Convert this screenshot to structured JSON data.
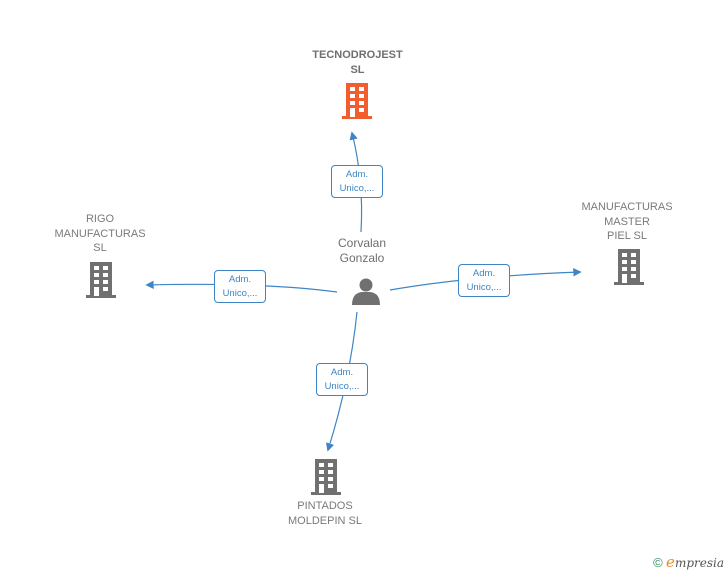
{
  "colors": {
    "edge": "#3d85c6",
    "company_main": "#f25c2e",
    "company": "#707070",
    "person": "#707070"
  },
  "person": {
    "name_lines": [
      "Corvalan",
      "Gonzalo"
    ],
    "icon": "person-icon"
  },
  "companies": [
    {
      "id": "tecnodrojest",
      "lines": [
        "TECNODROJEST",
        "SL"
      ],
      "highlight": true,
      "icon": "building-icon"
    },
    {
      "id": "rigo",
      "lines": [
        "RIGO",
        "MANUFACTURAS",
        "SL"
      ],
      "highlight": false,
      "icon": "building-icon"
    },
    {
      "id": "master",
      "lines": [
        "MANUFACTURAS",
        "MASTER",
        "PIEL  SL"
      ],
      "highlight": false,
      "icon": "building-icon"
    },
    {
      "id": "pintados",
      "lines": [
        "PINTADOS",
        "MOLDEPIN  SL"
      ],
      "highlight": false,
      "icon": "building-icon"
    }
  ],
  "edges": [
    {
      "to": "tecnodrojest",
      "label_lines": [
        "Adm.",
        "Unico,..."
      ]
    },
    {
      "to": "rigo",
      "label_lines": [
        "Adm.",
        "Unico,..."
      ]
    },
    {
      "to": "master",
      "label_lines": [
        "Adm.",
        "Unico,..."
      ]
    },
    {
      "to": "pintados",
      "label_lines": [
        "Adm.",
        "Unico,..."
      ]
    }
  ],
  "footer": {
    "copyright_symbol": "©",
    "brand_initial": "e",
    "brand_rest": "mpresia"
  }
}
